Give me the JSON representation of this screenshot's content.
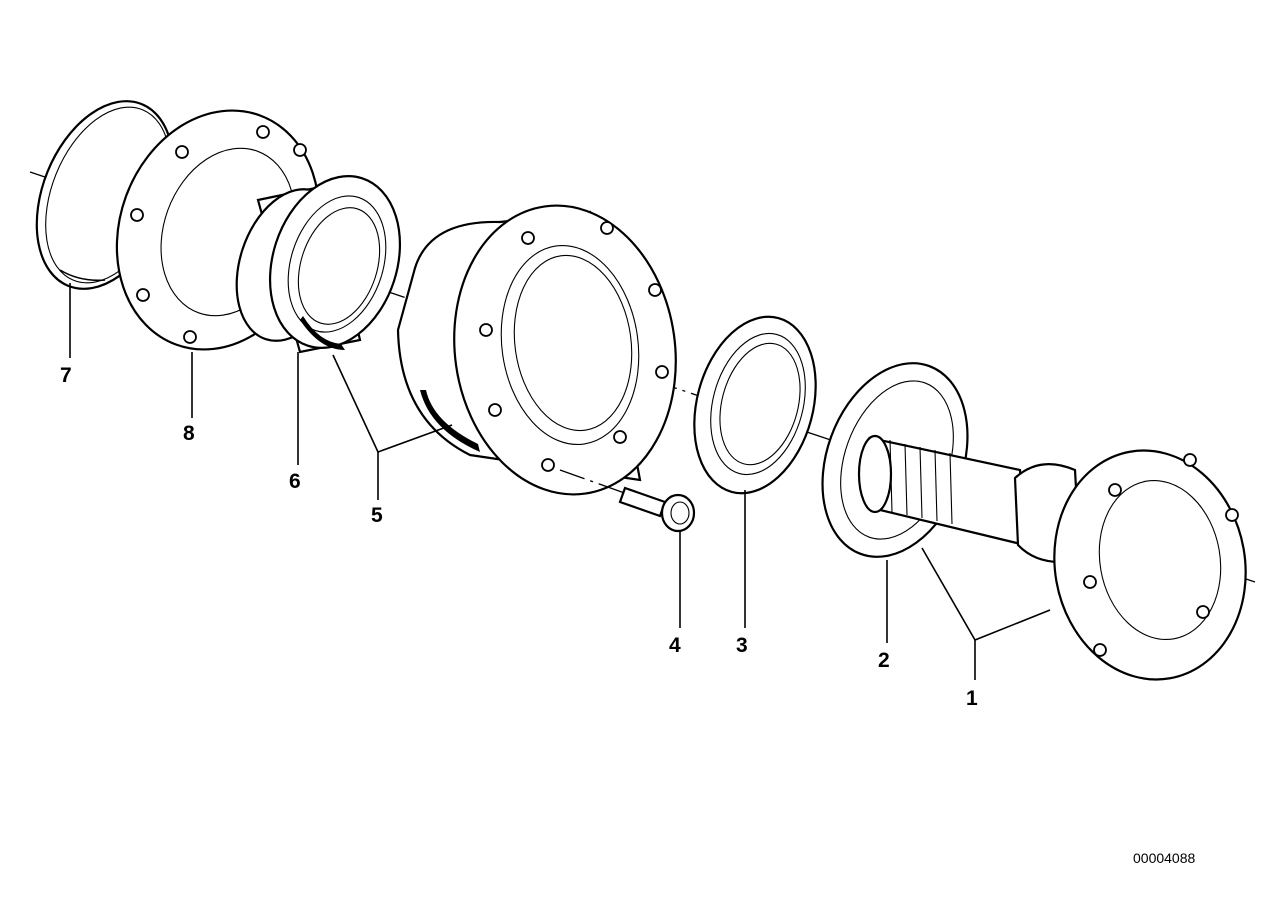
{
  "callouts": {
    "c1": "1",
    "c2": "2",
    "c3": "3",
    "c4": "4",
    "c5": "5",
    "c6": "6",
    "c7": "7",
    "c8": "8"
  },
  "document_number": "00004088"
}
